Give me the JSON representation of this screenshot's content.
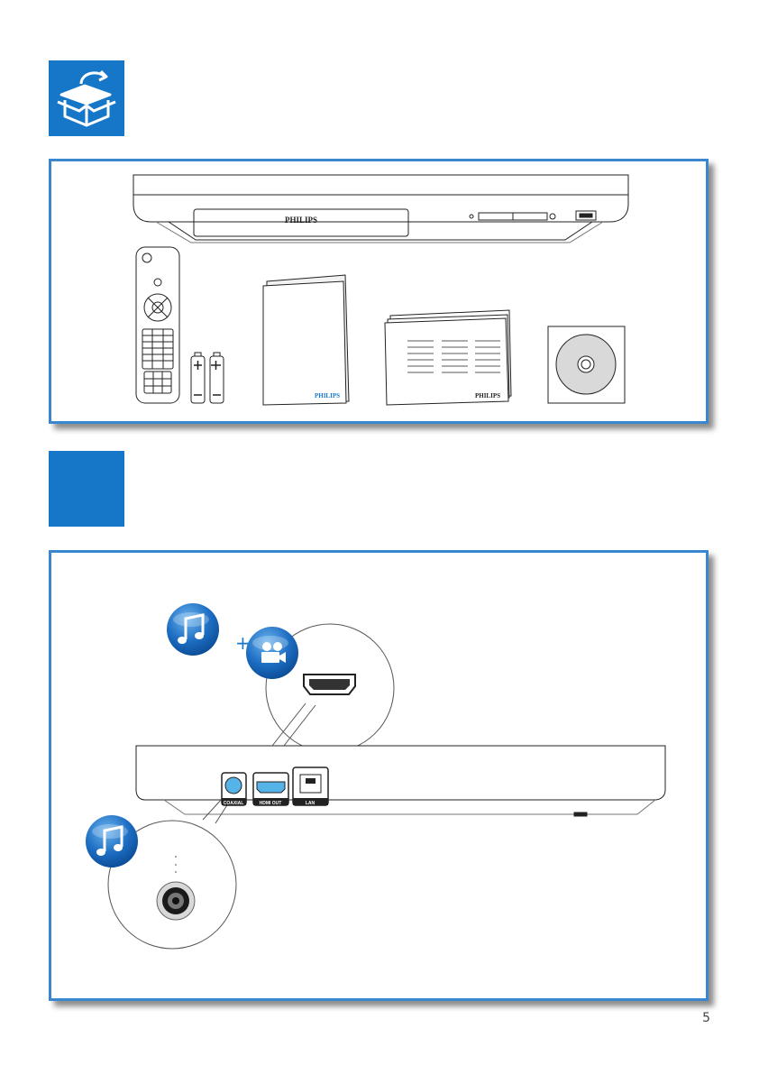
{
  "brand": {
    "player": "PHILIPS",
    "manual": "PHILIPS",
    "leaflet": "PHILIPS"
  },
  "ports": {
    "coaxial": "COAXIAL",
    "hdmi": "HDMI OUT",
    "lan": "LAN"
  },
  "connect_panel": {
    "plus_sign": "+"
  },
  "icons": {
    "box": "open-box-icon",
    "music": "music-note-icon",
    "video": "film-camera-icon"
  },
  "colors": {
    "accent": "#1677c9",
    "panel_border": "#3a87cf",
    "port_highlight": "#55b3e8"
  },
  "footer": {
    "page_number": "5"
  }
}
